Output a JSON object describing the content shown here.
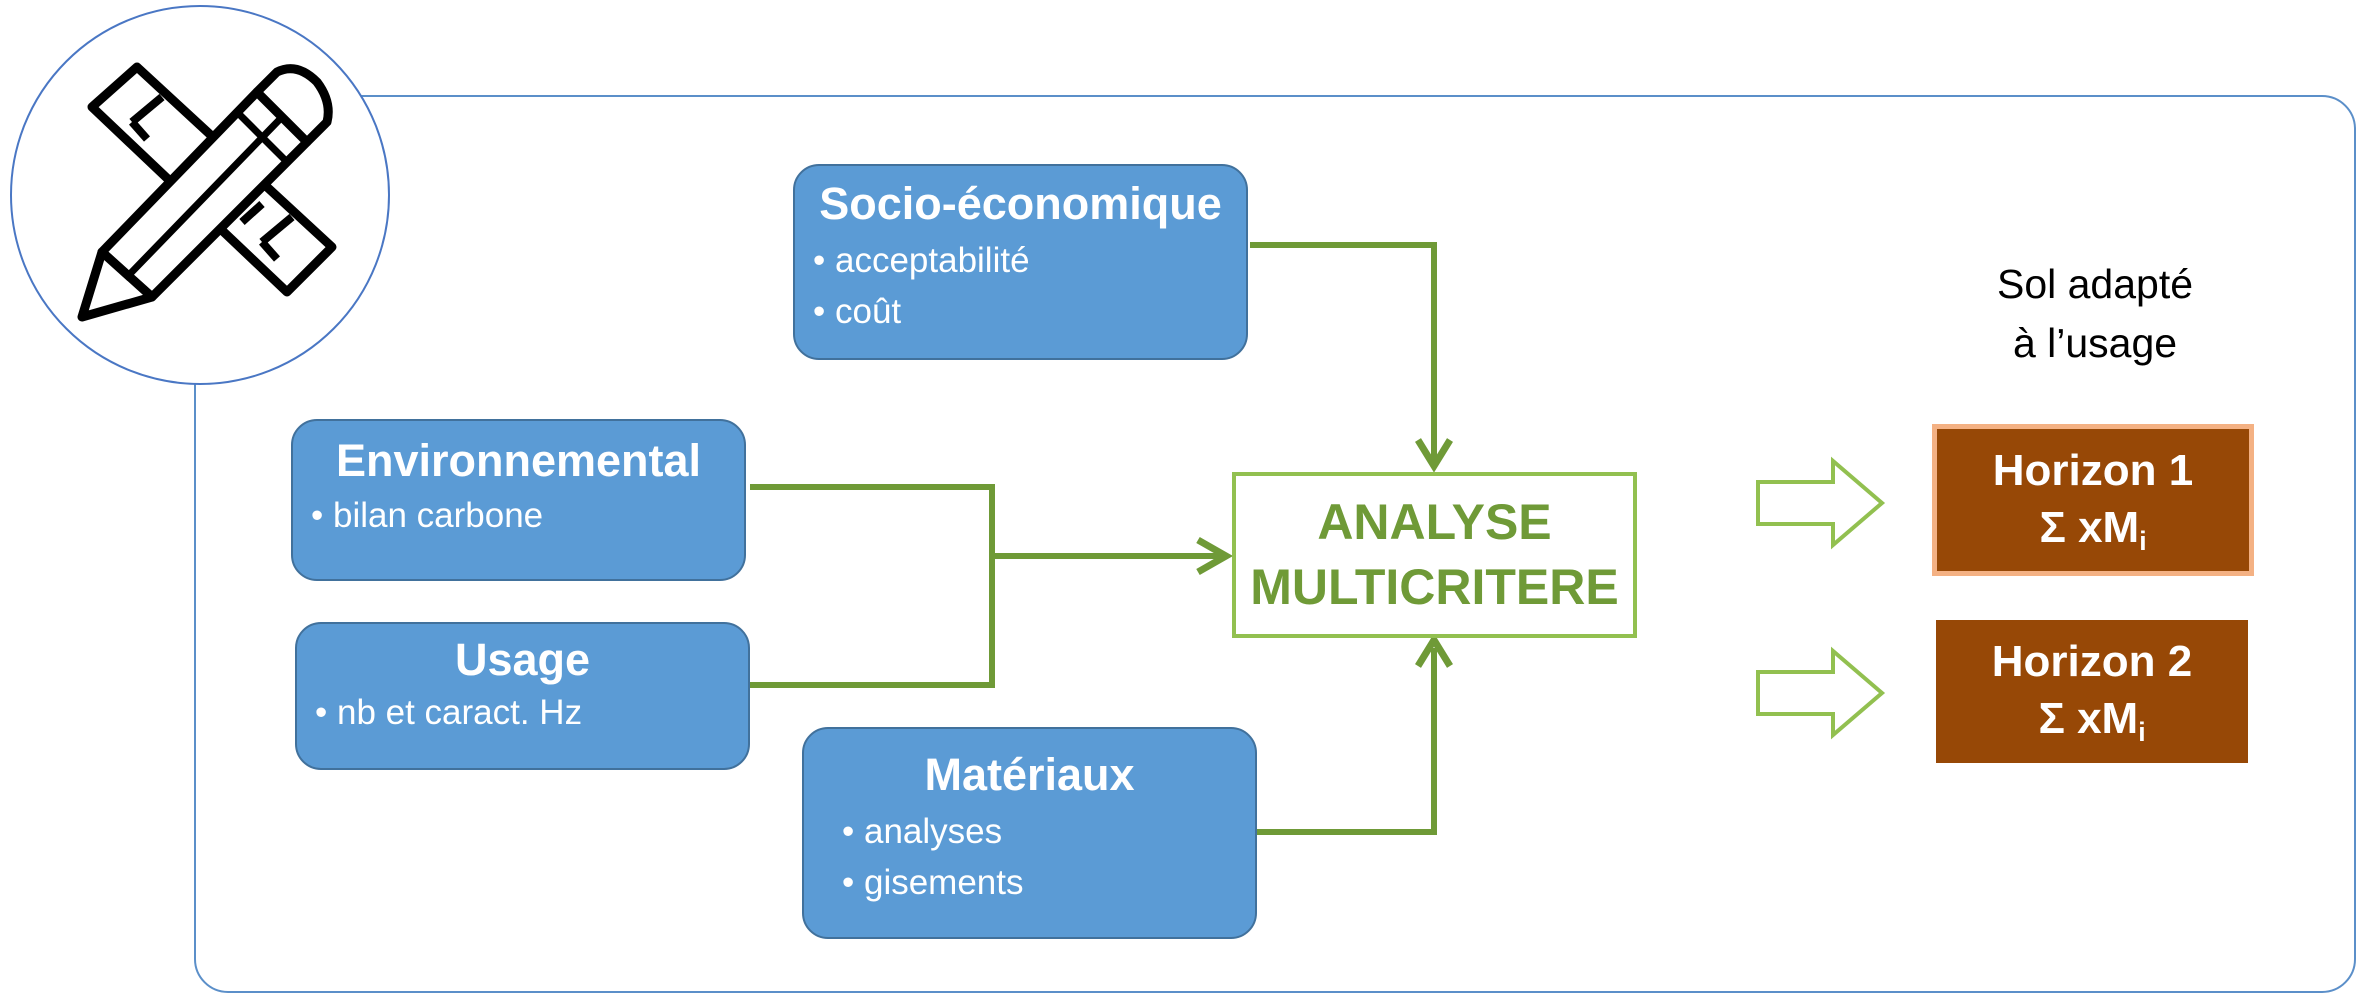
{
  "criteria": {
    "socio": {
      "title": "Socio-économique",
      "items": [
        "• acceptabilité",
        "•  coût"
      ]
    },
    "env": {
      "title": "Environnemental",
      "items": [
        "• bilan carbone"
      ]
    },
    "usage": {
      "title": "Usage",
      "items": [
        "• nb et caract. Hz"
      ]
    },
    "materiaux": {
      "title": "Matériaux",
      "items": [
        "• analyses",
        "• gisements"
      ]
    }
  },
  "center": {
    "line1": "ANALYSE",
    "line2": "MULTICRITERE"
  },
  "result": {
    "label_line1": "Sol adapté",
    "label_line2": "à l’usage",
    "horizon1": {
      "title": "Horizon 1",
      "formula": "Σ xM",
      "subscript": "i"
    },
    "horizon2": {
      "title": "Horizon 2",
      "formula": "Σ xM",
      "subscript": "i"
    }
  },
  "colors": {
    "box_fill": "#5b9bd5",
    "box_border": "#41719c",
    "arrow_green": "#6f9a37",
    "light_green": "#92c050",
    "horizon_brown": "#974806",
    "horizon_highlight": "#f4b183",
    "frame_blue": "#5b8fc9"
  },
  "icons": {
    "main": "pencil-ruler-icon"
  }
}
